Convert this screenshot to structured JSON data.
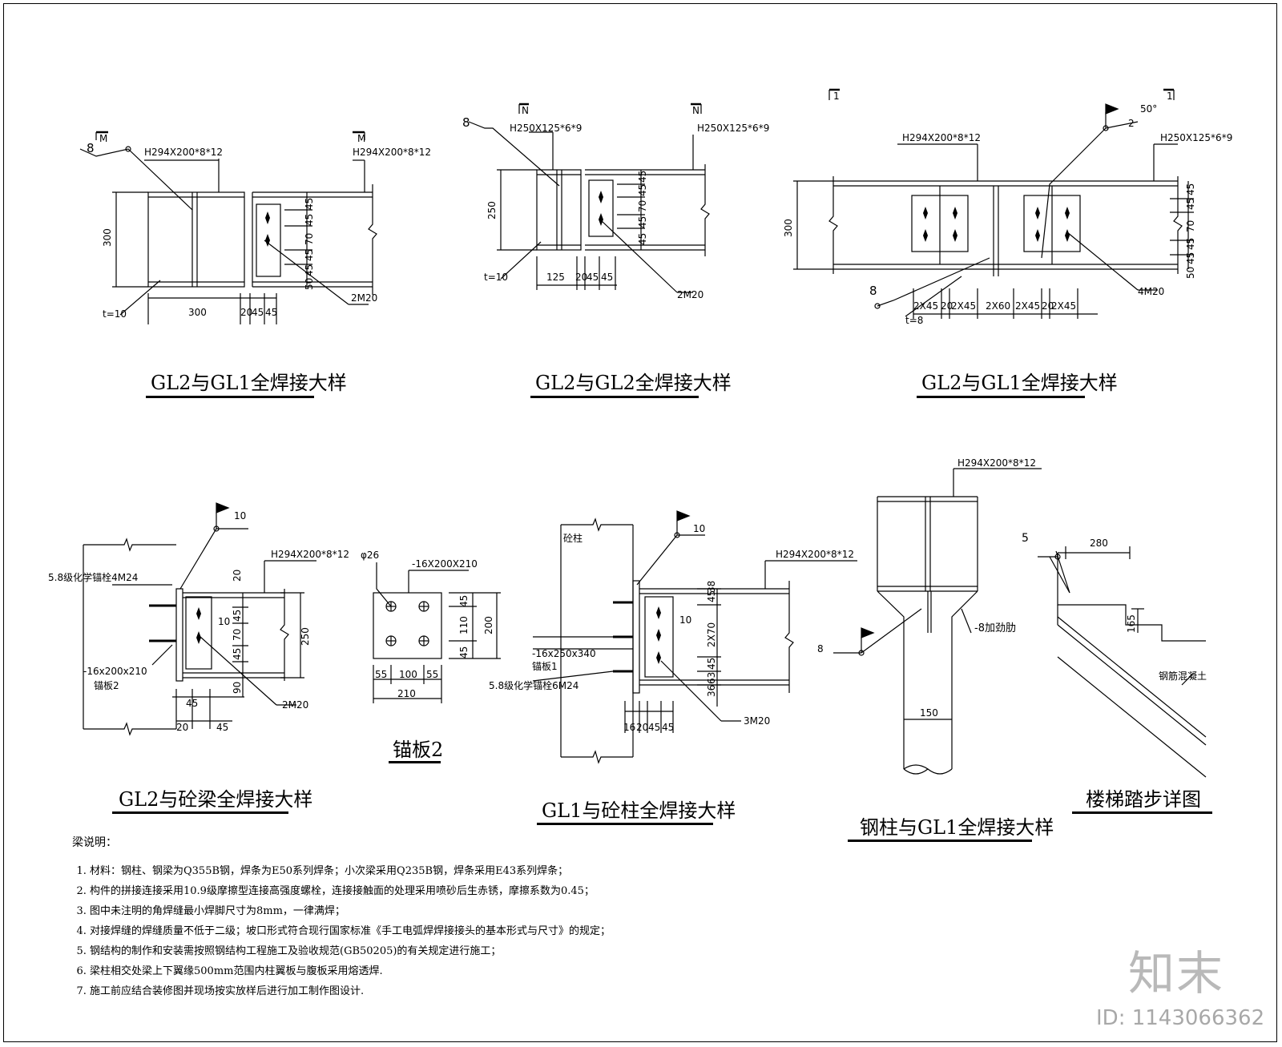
{
  "titles": {
    "d1": "GL2与GL1全焊接大样",
    "d2": "GL2与GL2全焊接大样",
    "d3": "GL2与GL1全焊接大样",
    "d4": "GL2与砼梁全焊接大样",
    "d5": "锚板2",
    "d6": "GL1与砼柱全焊接大样",
    "d7": "钢柱与GL1全焊接大样",
    "d8": "楼梯踏步详图"
  },
  "labels": {
    "d1_h_left": "H294X200*8*12",
    "d1_h_right": "H294X200*8*12",
    "d1_sec": "M",
    "d1_weld": "8",
    "d1_dim300v": "300",
    "d1_dim300h": "300",
    "d1_t": "t=10",
    "d1_b1": "20",
    "d1_b2": "45",
    "d1_b3": "45",
    "d1_v1": "45",
    "d1_v2": "45",
    "d1_v3": "70",
    "d1_v4": "45",
    "d1_v5": "45",
    "d1_v6": "50",
    "d1_bolt": "2M20",
    "d2_h_left": "H250X125*6*9",
    "d2_h_right": "H250X125*6*9",
    "d2_sec": "N",
    "d2_weld": "8",
    "d2_dim250": "250",
    "d2_t": "t=10",
    "d2_b0": "125",
    "d2_b1": "20",
    "d2_b2": "45",
    "d2_b3": "45",
    "d2_v1": "45",
    "d2_v2": "45",
    "d2_v3": "70",
    "d2_v4": "45",
    "d2_v5": "45",
    "d2_bolt": "2M20",
    "d3_h_left": "H294X200*8*12",
    "d3_h_right": "H250X125*6*9",
    "d3_sec": "1",
    "d3_weld": "8",
    "d3_angle": "50°",
    "d3_weld2": "2",
    "d3_dim300": "300",
    "d3_t": "t=8",
    "d3_b1": "2X45",
    "d3_b2": "20",
    "d3_b3": "2X45",
    "d3_b4": "2X60",
    "d3_b5": "2X45",
    "d3_b6": "20",
    "d3_b7": "2X45",
    "d3_v1": "45",
    "d3_v2": "45",
    "d3_v3": "70",
    "d3_v4": "45",
    "d3_v5": "45",
    "d3_v6": "50",
    "d3_bolt": "4M20",
    "d4_h": "H294X200*8*12",
    "d4_anchor": "5.8级化学锚栓4M24",
    "d4_plate": "-16x200x210",
    "d4_plate_name": "锚板2",
    "d4_weld": "10",
    "d4_dim250": "250",
    "d4_v20": "20",
    "d4_v1": "45",
    "d4_v2": "70",
    "d4_v3": "45",
    "d4_v90": "90",
    "d4_t10": "10",
    "d4_b45": "45",
    "d4_b20": "20",
    "d4_b45b": "45",
    "d4_bolt": "2M20",
    "d5_plate": "-16X200X210",
    "d5_hole": "φ26",
    "d5_v1": "45",
    "d5_v2": "110",
    "d5_v3": "45",
    "d5_v200": "200",
    "d5_b1": "55",
    "d5_b2": "100",
    "d5_b3": "55",
    "d5_b210": "210",
    "d6_col": "砼柱",
    "d6_h": "H294X200*8*12",
    "d6_weld": "10",
    "d6_plate": "-16x250x340",
    "d6_plate_name": "锚板1",
    "d6_anchor": "5.8级化学锚栓6M24",
    "d6_v1": "45",
    "d6_v2": "38",
    "d6_v3": "2X70",
    "d6_v4": "45",
    "d6_v5": "63",
    "d6_v6": "36",
    "d6_t10": "10",
    "d6_b1": "16",
    "d6_b2": "20",
    "d6_b3": "45",
    "d6_b4": "45",
    "d6_bolt": "3M20",
    "d7_h": "H294X200*8*12",
    "d7_rib": "-8加劲肋",
    "d7_weld": "8",
    "d7_dim150": "150",
    "d8_weld": "5",
    "d8_280": "280",
    "d8_165": "165",
    "d8_material": "钢筋混凝土"
  },
  "notes": {
    "heading": "梁说明：",
    "items": [
      "材料：钢柱、钢梁为Q355B钢，焊条为E50系列焊条；小次梁采用Q235B钢，焊条采用E43系列焊条；",
      "构件的拼接连接采用10.9级摩擦型连接高强度螺栓，连接接触面的处理采用喷砂后生赤锈，摩擦系数为0.45；",
      "图中未注明的角焊缝最小焊脚尺寸为8mm，一律满焊；",
      "对接焊缝的焊缝质量不低于二级；坡口形式符合现行国家标准《手工电弧焊焊接接头的基本形式与尺寸》的规定；",
      "钢结构的制作和安装需按照钢结构工程施工及验收规范(GB50205)的有关规定进行施工；",
      "梁柱相交处梁上下翼缘500mm范围内柱翼板与腹板采用熔透焊.",
      "施工前应结合装修图并现场按实放样后进行加工制作图设计."
    ]
  },
  "watermark": {
    "logo": "知末",
    "id": "ID: 1143066362"
  }
}
